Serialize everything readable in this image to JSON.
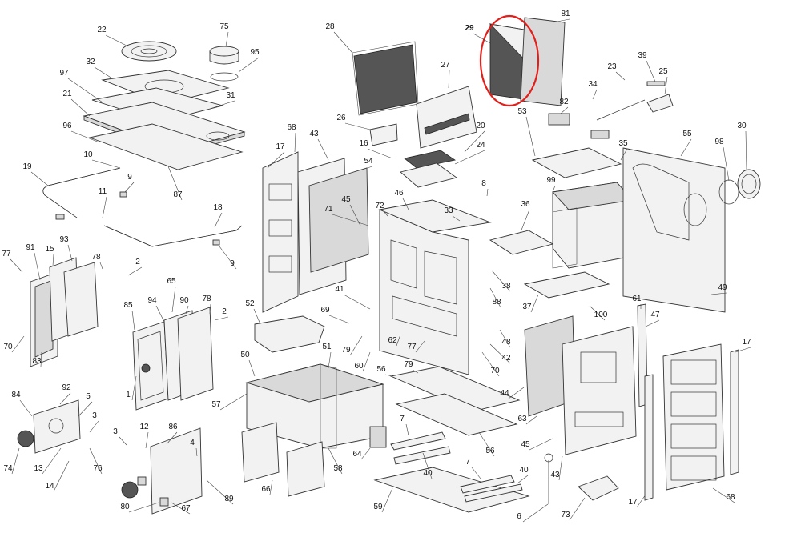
{
  "diagram": {
    "highlight_color": "#e0201b",
    "highlighted_label": "29",
    "labels": [
      "22",
      "75",
      "95",
      "32",
      "97",
      "21",
      "31",
      "96",
      "87",
      "10",
      "9",
      "19",
      "11",
      "18",
      "9",
      "77",
      "91",
      "15",
      "93",
      "78",
      "2",
      "70",
      "83",
      "85",
      "94",
      "65",
      "90",
      "78",
      "2",
      "1",
      "84",
      "92",
      "5",
      "3",
      "74",
      "13",
      "14",
      "76",
      "3",
      "12",
      "86",
      "4",
      "89",
      "67",
      "80",
      "28",
      "26",
      "81",
      "29",
      "27",
      "20",
      "16",
      "24",
      "68",
      "43",
      "54",
      "17",
      "71",
      "45",
      "46",
      "72",
      "33",
      "8",
      "99",
      "36",
      "41",
      "69",
      "79",
      "60",
      "62",
      "77",
      "38",
      "88",
      "48",
      "42",
      "70",
      "52",
      "50",
      "51",
      "57",
      "58",
      "64",
      "7",
      "40",
      "56",
      "79",
      "56",
      "7",
      "40",
      "59",
      "6",
      "66",
      "44",
      "63",
      "45",
      "43",
      "61",
      "47",
      "17",
      "73",
      "17",
      "68",
      "37",
      "100",
      "49",
      "55",
      "30",
      "98",
      "35",
      "53",
      "82",
      "34",
      "23",
      "39",
      "25"
    ]
  }
}
